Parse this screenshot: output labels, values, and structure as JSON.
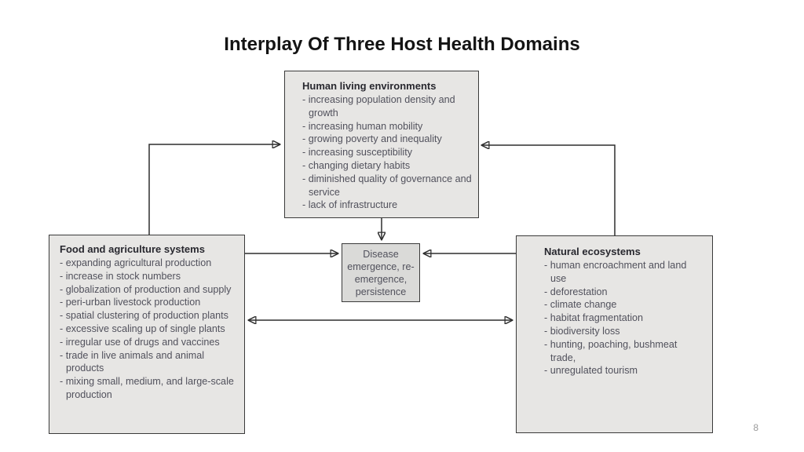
{
  "slide": {
    "title": "Interplay Of Three Host Health Domains",
    "page_number": "8"
  },
  "diagram": {
    "boxes": {
      "human": {
        "header": "Human living environments",
        "items": [
          "- increasing population density and growth",
          "- increasing human mobility",
          "- growing poverty and inequality",
          "- increasing susceptibility",
          "- changing dietary habits",
          "- diminished quality of governance and service",
          "- lack of infrastructure"
        ]
      },
      "food": {
        "header": "Food and agriculture systems",
        "items": [
          "- expanding agricultural production",
          "- increase in stock numbers",
          "- globalization of production and supply",
          "- peri-urban livestock production",
          "- spatial clustering of production plants",
          "- excessive scaling up of single plants",
          "- irregular use of drugs and vaccines",
          "- trade in live animals and animal products",
          "- mixing small, medium, and large-scale production"
        ]
      },
      "natural": {
        "header": "Natural ecosystems",
        "items": [
          "- human encroachment and land use",
          "- deforestation",
          "- climate change",
          "- habitat fragmentation",
          "- biodiversity loss",
          "- hunting, poaching, bushmeat trade,",
          "- unregulated tourism"
        ]
      },
      "disease": {
        "text": "Disease emergence, re-emergence, persistence"
      }
    },
    "colors": {
      "box_fill": "#e7e6e4",
      "center_fill": "#dadad8",
      "border": "#3a3a3a",
      "header_text": "#28282f",
      "body_text": "#51515c",
      "arrow": "#2e2e2e"
    }
  }
}
